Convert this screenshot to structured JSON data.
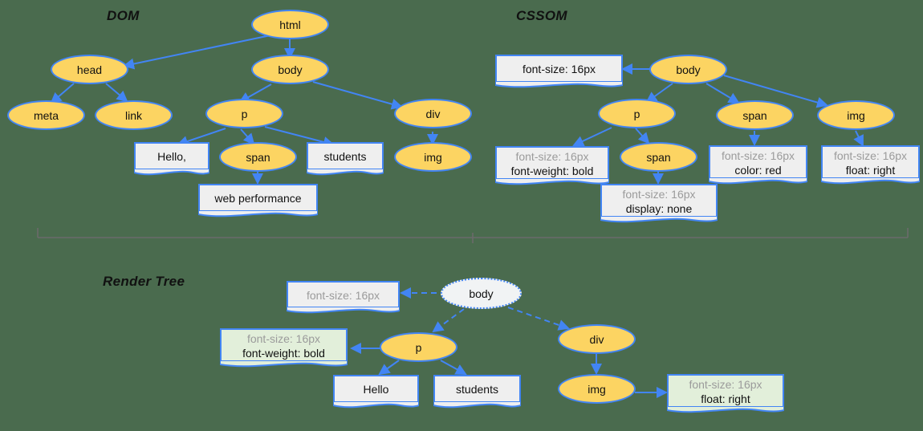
{
  "diagram": {
    "background_color": "#4a6b4e",
    "node_fill": "#FCD462",
    "node_border": "#4285F4",
    "note_fill": "#EFEFEF",
    "note_fill_green": "#E2EFDA",
    "muted_text_color": "#9b9b9b"
  },
  "sections": {
    "dom": {
      "title": "DOM"
    },
    "cssom": {
      "title": "CSSOM"
    },
    "render_tree": {
      "title": "Render Tree"
    }
  },
  "dom_nodes": {
    "html": "html",
    "head": "head",
    "body": "body",
    "meta": "meta",
    "link": "link",
    "p": "p",
    "div": "div",
    "span": "span",
    "img": "img",
    "text_hello": "Hello,",
    "text_students": "students",
    "text_web_performance": "web performance"
  },
  "cssom_nodes": {
    "body": "body",
    "p": "p",
    "span_child": "span",
    "span": "span",
    "img": "img",
    "body_rule_line1": "font-size: 16px",
    "p_rule_line1": "font-size: 16px",
    "p_rule_line2": "font-weight: bold",
    "span_child_rule_line1": "font-size: 16px",
    "span_child_rule_line2": "display: none",
    "span_rule_line1": "font-size: 16px",
    "span_rule_line2": "color: red",
    "img_rule_line1": "font-size: 16px",
    "img_rule_line2": "float: right"
  },
  "render_nodes": {
    "body": "body",
    "p": "p",
    "div": "div",
    "img": "img",
    "text_hello": "Hello",
    "text_students": "students",
    "body_rule_line1": "font-size: 16px",
    "p_rule_line1": "font-size: 16px",
    "p_rule_line2": "font-weight: bold",
    "img_rule_line1": "font-size: 16px",
    "img_rule_line2": "float: right"
  }
}
